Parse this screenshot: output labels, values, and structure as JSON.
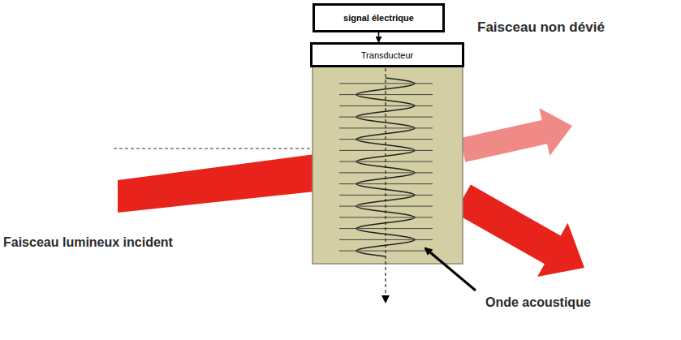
{
  "diagram": {
    "nodes": [
      {
        "text": [
          "signal électrique"
        ]
      },
      {
        "text": [
          "Transducteur"
        ]
      }
    ],
    "edges": [
      {
        "from": 0,
        "to": 1,
        "arrow": "to"
      }
    ],
    "labels": [
      "Faisceau non dévié",
      "Faisceau lumineux incident",
      "Onde acoustique"
    ]
  }
}
